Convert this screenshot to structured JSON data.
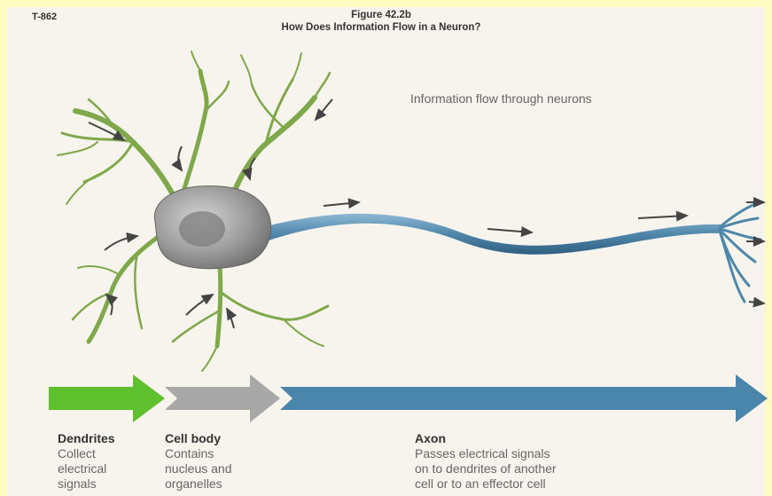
{
  "figure_code": "T-862",
  "figure_number": "Figure 42.2b",
  "figure_title": "How Does Information Flow in a Neuron?",
  "diagram_caption": "Information flow through neurons",
  "colors": {
    "dendrite_green": "#7fa84a",
    "cell_gray": "#9a9a9a",
    "axon_blue": "#4f87aa",
    "arrow_green": "#5ec02c",
    "arrow_gray": "#a8a8a8",
    "arrow_blue": "#4a86ab"
  },
  "segments": [
    {
      "title": "Dendrites",
      "desc": [
        "Collect",
        "electrical",
        "signals"
      ]
    },
    {
      "title": "Cell body",
      "desc": [
        "Contains",
        "nucleus and",
        "organelles"
      ]
    },
    {
      "title": "Axon",
      "desc": [
        "Passes electrical signals",
        "on to dendrites of another",
        "cell or to an effector cell"
      ]
    }
  ]
}
